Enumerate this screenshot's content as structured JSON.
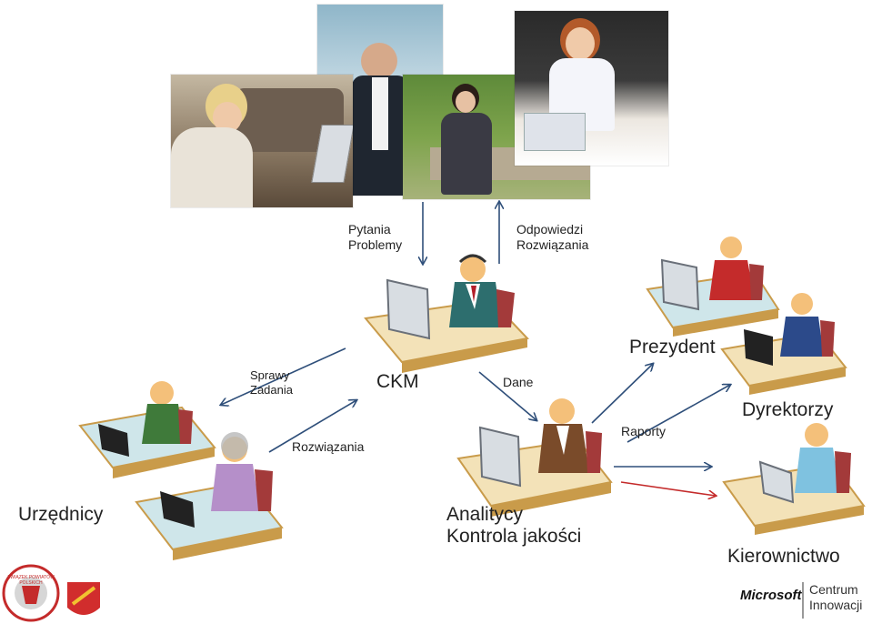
{
  "labels": {
    "pytania": [
      "Pytania",
      "Problemy"
    ],
    "odpowiedzi": [
      "Odpowiedzi",
      "Rozwiązania"
    ],
    "sprawy": [
      "Sprawy",
      "Zadania"
    ],
    "ckm": "CKM",
    "dane": "Dane",
    "rozwiazania": "Rozwiązania",
    "prezydent": "Prezydent",
    "raporty": "Raporty",
    "dyrektorzy": "Dyrektorzy",
    "urzednicy": "Urzędnicy",
    "analitycy": [
      "Analitycy",
      "Kontrola jakości"
    ],
    "kierownictwo": "Kierownictwo"
  },
  "logos": {
    "left_seal_text": "ZWIĄZEK POWIATÓW POLSKICH",
    "microsoft": "Microsoft",
    "centrum": [
      "Centrum",
      "Innowacji"
    ]
  },
  "colors": {
    "arrow_blue": "#2f4f7a",
    "arrow_red": "#c42b2b",
    "desk_top": "#f3e2b8",
    "desk_edge": "#c99b4a"
  }
}
